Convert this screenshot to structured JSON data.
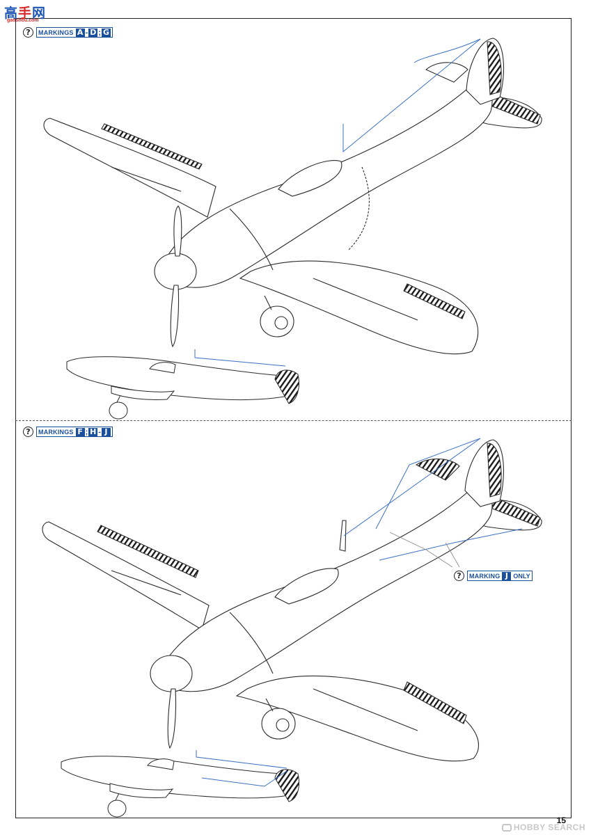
{
  "logo": {
    "glyph1": "高",
    "glyph2": "手",
    "glyph3": "网",
    "url": "gaoshou.com"
  },
  "top_section": {
    "qmark": "?",
    "label": "MARKINGS",
    "cells": [
      "A",
      "-",
      "D",
      ";",
      "G"
    ]
  },
  "bottom_section": {
    "qmark": "?",
    "label": "MARKINGS",
    "cells": [
      "F",
      ";",
      "H",
      "-",
      "J"
    ]
  },
  "callout": {
    "qmark": "?",
    "label": "MARKING",
    "cell": "J",
    "tail": "ONLY"
  },
  "page_number": "15",
  "watermark": "HOBBY SEARCH",
  "colors": {
    "accent": "#1a4f9c",
    "line": "#2a2a2a",
    "antenna": "#3a6fc4"
  }
}
